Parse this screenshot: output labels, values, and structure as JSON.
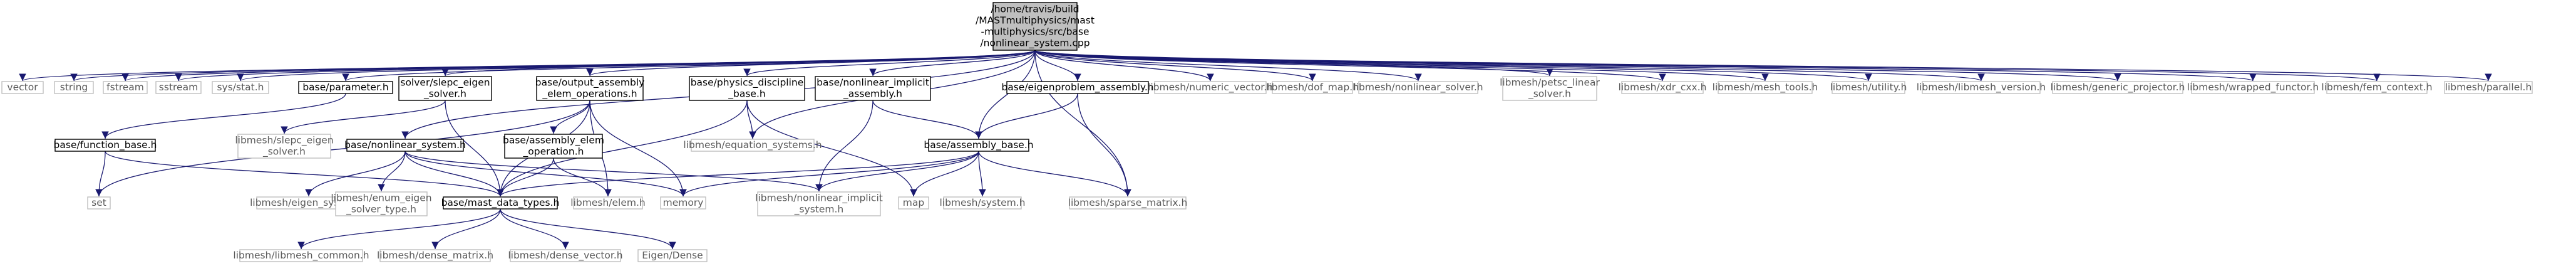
{
  "diagram": {
    "root": {
      "id": "root",
      "lines": [
        "/home/travis/build",
        "/MASTmultiphysics/mast",
        "-multiphysics/src/base",
        "/nonlinear_system.cpp"
      ]
    },
    "nodes": [
      {
        "id": "vector",
        "lines": [
          "vector"
        ]
      },
      {
        "id": "string",
        "lines": [
          "string"
        ]
      },
      {
        "id": "fstream",
        "lines": [
          "fstream"
        ]
      },
      {
        "id": "sstream",
        "lines": [
          "sstream"
        ]
      },
      {
        "id": "sysstat",
        "lines": [
          "sys/stat.h"
        ]
      },
      {
        "id": "parameter",
        "lines": [
          "base/parameter.h"
        ]
      },
      {
        "id": "slepc_eigen_solver",
        "lines": [
          "solver/slepc_eigen",
          "_solver.h"
        ]
      },
      {
        "id": "output_assembly",
        "lines": [
          "base/output_assembly",
          "_elem_operations.h"
        ]
      },
      {
        "id": "physics_discipline",
        "lines": [
          "base/physics_discipline",
          "_base.h"
        ]
      },
      {
        "id": "nonlinear_implicit_assembly",
        "lines": [
          "base/nonlinear_implicit",
          "_assembly.h"
        ]
      },
      {
        "id": "eigenproblem_assembly",
        "lines": [
          "base/eigenproblem_assembly.h"
        ]
      },
      {
        "id": "numeric_vector",
        "lines": [
          "libmesh/numeric_vector.h"
        ]
      },
      {
        "id": "dof_map",
        "lines": [
          "libmesh/dof_map.h"
        ]
      },
      {
        "id": "nonlinear_solver",
        "lines": [
          "libmesh/nonlinear_solver.h"
        ]
      },
      {
        "id": "petsc_linear_solver",
        "lines": [
          "libmesh/petsc_linear",
          "_solver.h"
        ]
      },
      {
        "id": "xdr_cxx",
        "lines": [
          "libmesh/xdr_cxx.h"
        ]
      },
      {
        "id": "mesh_tools",
        "lines": [
          "libmesh/mesh_tools.h"
        ]
      },
      {
        "id": "utility",
        "lines": [
          "libmesh/utility.h"
        ]
      },
      {
        "id": "libmesh_version",
        "lines": [
          "libmesh/libmesh_version.h"
        ]
      },
      {
        "id": "generic_projector",
        "lines": [
          "libmesh/generic_projector.h"
        ]
      },
      {
        "id": "wrapped_functor",
        "lines": [
          "libmesh/wrapped_functor.h"
        ]
      },
      {
        "id": "fem_context",
        "lines": [
          "libmesh/fem_context.h"
        ]
      },
      {
        "id": "parallel",
        "lines": [
          "libmesh/parallel.h"
        ]
      },
      {
        "id": "function_base",
        "lines": [
          "base/function_base.h"
        ]
      },
      {
        "id": "slepc_libmesh_eigen",
        "lines": [
          "libmesh/slepc_eigen",
          "_solver.h"
        ]
      },
      {
        "id": "nonlinear_system_h",
        "lines": [
          "base/nonlinear_system.h"
        ]
      },
      {
        "id": "assembly_elem_operation",
        "lines": [
          "base/assembly_elem",
          "_operation.h"
        ]
      },
      {
        "id": "equation_systems",
        "lines": [
          "libmesh/equation_systems.h"
        ]
      },
      {
        "id": "assembly_base",
        "lines": [
          "base/assembly_base.h"
        ]
      },
      {
        "id": "set",
        "lines": [
          "set"
        ]
      },
      {
        "id": "eigen_system",
        "lines": [
          "libmesh/eigen_system.h"
        ]
      },
      {
        "id": "enum_eigen_solver_type",
        "lines": [
          "libmesh/enum_eigen",
          "_solver_type.h"
        ]
      },
      {
        "id": "mast_data_types",
        "lines": [
          "base/mast_data_types.h"
        ]
      },
      {
        "id": "elem",
        "lines": [
          "libmesh/elem.h"
        ]
      },
      {
        "id": "memory",
        "lines": [
          "memory"
        ]
      },
      {
        "id": "nonlinear_implicit_system",
        "lines": [
          "libmesh/nonlinear_implicit",
          "_system.h"
        ]
      },
      {
        "id": "map",
        "lines": [
          "map"
        ]
      },
      {
        "id": "system",
        "lines": [
          "libmesh/system.h"
        ]
      },
      {
        "id": "sparse_matrix",
        "lines": [
          "libmesh/sparse_matrix.h"
        ]
      },
      {
        "id": "libmesh_common",
        "lines": [
          "libmesh/libmesh_common.h"
        ]
      },
      {
        "id": "dense_matrix",
        "lines": [
          "libmesh/dense_matrix.h"
        ]
      },
      {
        "id": "dense_vector",
        "lines": [
          "libmesh/dense_vector.h"
        ]
      },
      {
        "id": "eigen_dense",
        "lines": [
          "Eigen/Dense"
        ]
      }
    ],
    "edges": [
      [
        "root",
        "vector"
      ],
      [
        "root",
        "string"
      ],
      [
        "root",
        "fstream"
      ],
      [
        "root",
        "sstream"
      ],
      [
        "root",
        "sysstat"
      ],
      [
        "root",
        "parameter"
      ],
      [
        "root",
        "slepc_eigen_solver"
      ],
      [
        "root",
        "output_assembly"
      ],
      [
        "root",
        "physics_discipline"
      ],
      [
        "root",
        "nonlinear_implicit_assembly"
      ],
      [
        "root",
        "eigenproblem_assembly"
      ],
      [
        "root",
        "numeric_vector"
      ],
      [
        "root",
        "dof_map"
      ],
      [
        "root",
        "nonlinear_solver"
      ],
      [
        "root",
        "petsc_linear_solver"
      ],
      [
        "root",
        "xdr_cxx"
      ],
      [
        "root",
        "mesh_tools"
      ],
      [
        "root",
        "utility"
      ],
      [
        "root",
        "libmesh_version"
      ],
      [
        "root",
        "generic_projector"
      ],
      [
        "root",
        "wrapped_functor"
      ],
      [
        "root",
        "fem_context"
      ],
      [
        "root",
        "parallel"
      ],
      [
        "root",
        "nonlinear_system_h"
      ],
      [
        "root",
        "equation_systems"
      ],
      [
        "root",
        "sparse_matrix"
      ],
      [
        "root",
        "assembly_base"
      ],
      [
        "parameter",
        "function_base"
      ],
      [
        "function_base",
        "set"
      ],
      [
        "function_base",
        "mast_data_types"
      ],
      [
        "slepc_eigen_solver",
        "slepc_libmesh_eigen"
      ],
      [
        "slepc_eigen_solver",
        "mast_data_types"
      ],
      [
        "output_assembly",
        "set"
      ],
      [
        "output_assembly",
        "assembly_elem_operation"
      ],
      [
        "output_assembly",
        "mast_data_types"
      ],
      [
        "output_assembly",
        "elem"
      ],
      [
        "output_assembly",
        "memory"
      ],
      [
        "assembly_elem_operation",
        "mast_data_types"
      ],
      [
        "assembly_elem_operation",
        "elem"
      ],
      [
        "physics_discipline",
        "equation_systems"
      ],
      [
        "physics_discipline",
        "map"
      ],
      [
        "physics_discipline",
        "mast_data_types"
      ],
      [
        "nonlinear_implicit_assembly",
        "assembly_base"
      ],
      [
        "nonlinear_implicit_assembly",
        "nonlinear_implicit_system"
      ],
      [
        "eigenproblem_assembly",
        "assembly_base"
      ],
      [
        "eigenproblem_assembly",
        "sparse_matrix"
      ],
      [
        "assembly_base",
        "mast_data_types"
      ],
      [
        "assembly_base",
        "memory"
      ],
      [
        "assembly_base",
        "nonlinear_implicit_system"
      ],
      [
        "assembly_base",
        "map"
      ],
      [
        "assembly_base",
        "system"
      ],
      [
        "assembly_base",
        "sparse_matrix"
      ],
      [
        "nonlinear_system_h",
        "eigen_system"
      ],
      [
        "nonlinear_system_h",
        "enum_eigen_solver_type"
      ],
      [
        "nonlinear_system_h",
        "mast_data_types"
      ],
      [
        "nonlinear_system_h",
        "memory"
      ],
      [
        "nonlinear_system_h",
        "nonlinear_implicit_system"
      ],
      [
        "mast_data_types",
        "libmesh_common"
      ],
      [
        "mast_data_types",
        "dense_matrix"
      ],
      [
        "mast_data_types",
        "dense_vector"
      ],
      [
        "mast_data_types",
        "eigen_dense"
      ]
    ]
  }
}
